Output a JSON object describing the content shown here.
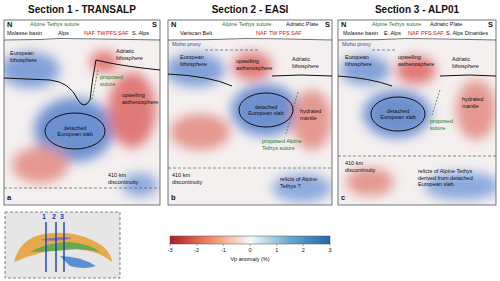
{
  "diagram": {
    "nodes": [
      {
        "text": [
          "Section 1 - TRANSALP"
        ]
      },
      {
        "text": [
          "Section 2 - EASI"
        ]
      },
      {
        "text": [
          "Section 3 - ALP01"
        ]
      },
      {
        "text": [
          "detached European slab"
        ],
        "in": 0
      },
      {
        "text": [
          "detached European slab"
        ],
        "in": 1
      },
      {
        "text": [
          "detached European slab"
        ],
        "in": 2
      }
    ],
    "labels": [
      "N",
      "Molasse basin",
      "Alpine Tethys suture",
      "Alps",
      "NAF",
      "TW",
      "PFS",
      "SAF",
      "S. Alps",
      "S",
      "European lithosphere",
      "Adriatic lithosphere",
      "proposed suture",
      "upwelling asthenosphere",
      "410 km discontinuity",
      "a",
      "N",
      "Variscan Belt",
      "Alpine Tethys suture",
      "NAF",
      "TW",
      "PFS",
      "SAF",
      "Adriatic Plate",
      "S",
      "Moho proxy",
      "European lithosphere",
      "upwelling asthenosphere",
      "Adriatic lithosphere",
      "hydrated mantle",
      "proposed Alpine Tethys suture",
      "410 km discontinuity",
      "relicts of Alpine Tethys ?",
      "b",
      "N",
      "Molasse basin",
      "Alpine Tethys suture",
      "E. Alps",
      "NAF",
      "PFS",
      "SAF",
      "S. Alps Dinarides",
      "Adriatic Plate",
      "S",
      "Moho proxy",
      "European lithosphere",
      "upwelling asthenosphere",
      "Adriatic lithosphere",
      "hydrated mantle",
      "proposed suture",
      "410 km discontinuity",
      "relicts of Alpine Tethys derived from detached European slab",
      "c",
      "1",
      "2",
      "3",
      "-3",
      "-2",
      "-1",
      "0",
      "1",
      "2",
      "3",
      "Vp anomaly (%)"
    ]
  }
}
